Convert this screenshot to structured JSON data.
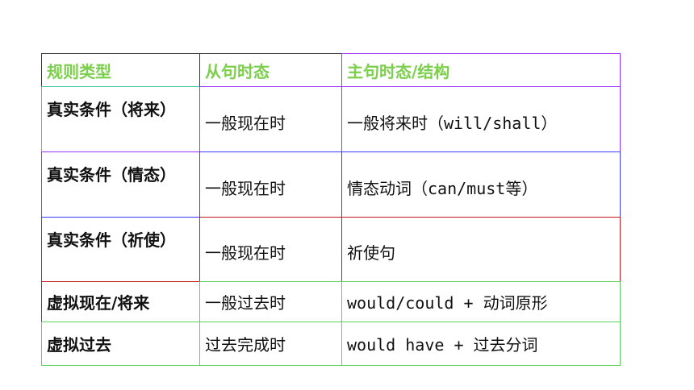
{
  "table": {
    "headers": [
      "规则类型",
      "从句时态",
      "主句时态/结构"
    ],
    "rows": [
      {
        "type": "真实条件（将来）",
        "clause": "一般现在时",
        "main": "一般将来时（will/shall）"
      },
      {
        "type": "真实条件（情态）",
        "clause": "一般现在时",
        "main": "情态动词（can/must等）"
      },
      {
        "type": "真实条件（祈使）",
        "clause": "一般现在时",
        "main": "祈使句"
      },
      {
        "type": "虚拟现在/将来",
        "clause": "一般过去时",
        "main": "would/could + 动词原形"
      },
      {
        "type": "虚拟过去",
        "clause": "过去完成时",
        "main": "would have + 过去分词"
      }
    ]
  },
  "colors": {
    "header_text": "#7ccf4c",
    "border_dark": "#333333",
    "border_purple": "#9b30ff",
    "border_teal": "#3cc9a0",
    "border_blue": "#3a3aff",
    "border_red": "#c21b1b",
    "border_green": "#5ad35a"
  }
}
